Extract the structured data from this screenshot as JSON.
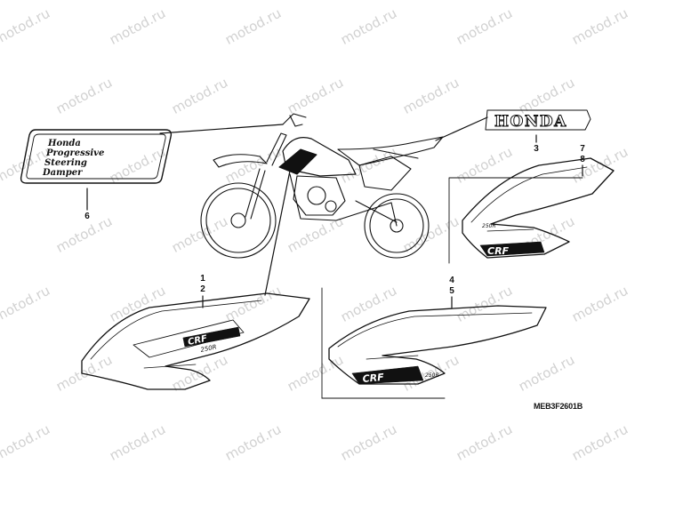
{
  "watermark": {
    "text": "motod.ru"
  },
  "callouts": {
    "c1": "1",
    "c2": "2",
    "c3": "3",
    "c4": "4",
    "c5": "5",
    "c6": "6",
    "c7": "7",
    "c8": "8"
  },
  "emblem": {
    "line1": "Honda",
    "line2": "Progressive",
    "line3": "Steering",
    "line4": "Damper"
  },
  "honda_logo": {
    "text": "HONDA"
  },
  "shroud_text": {
    "model": "CRF",
    "sub": "250R"
  },
  "diagram_code": "MEB3F2601B"
}
